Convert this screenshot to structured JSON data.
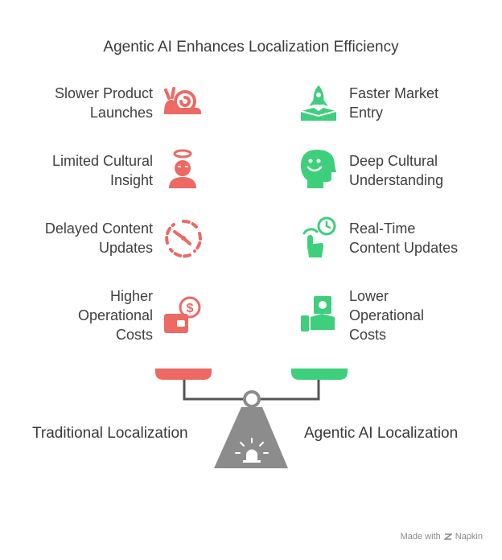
{
  "title": "Agentic AI Enhances Localization Efficiency",
  "colors": {
    "traditional": "#ec6a63",
    "agentic": "#3ecf7c",
    "base": "#8c8c8c"
  },
  "traditional": {
    "label": "Traditional Localization",
    "items": [
      {
        "lines": [
          "Slower Product",
          "Launches"
        ],
        "icon": "snail-icon"
      },
      {
        "lines": [
          "Limited Cultural",
          "Insight"
        ],
        "icon": "confused-person-icon"
      },
      {
        "lines": [
          "Delayed Content",
          "Updates"
        ],
        "icon": "delayed-clock-icon"
      },
      {
        "lines": [
          "Higher",
          "Operational",
          "Costs"
        ],
        "icon": "wallet-dollar-icon"
      }
    ]
  },
  "agentic": {
    "label": "Agentic AI Localization",
    "items": [
      {
        "lines": [
          "Faster Market",
          "Entry"
        ],
        "icon": "rocket-icon"
      },
      {
        "lines": [
          "Deep Cultural",
          "Understanding"
        ],
        "icon": "smiling-head-icon"
      },
      {
        "lines": [
          "Real-Time",
          "Content Updates"
        ],
        "icon": "touch-clock-icon"
      },
      {
        "lines": [
          "Lower",
          "Operational",
          "Costs"
        ],
        "icon": "hand-money-icon"
      }
    ]
  },
  "watermark": {
    "made_with": "Made with",
    "brand": "Napkin"
  }
}
